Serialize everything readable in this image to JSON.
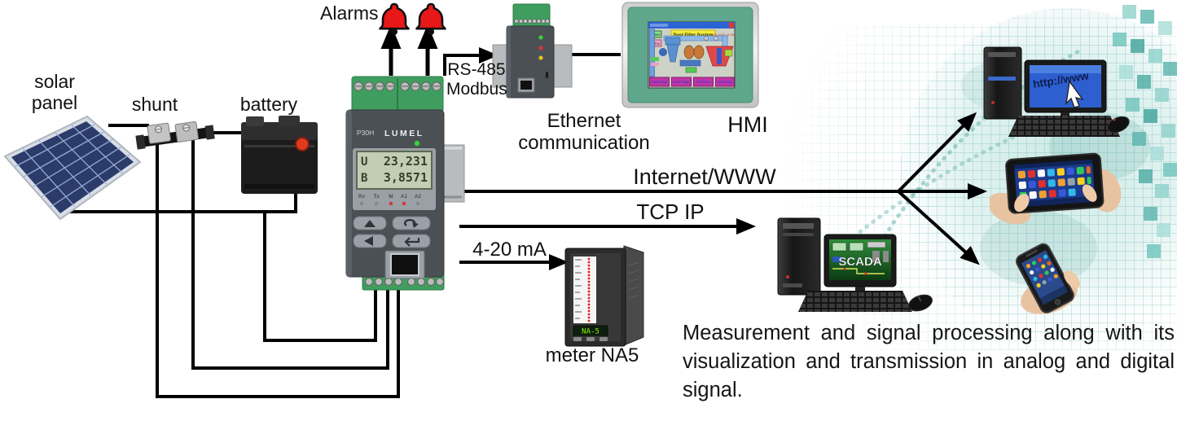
{
  "labels": {
    "solar_panel_line1": "solar",
    "solar_panel_line2": "panel",
    "shunt": "shunt",
    "battery": "battery",
    "alarms": "Alarms",
    "rs485_line1": "RS-485",
    "rs485_line2": "Modbus",
    "ethernet_line1": "Ethernet",
    "ethernet_line2": "communication",
    "hmi": "HMI",
    "internet_www": "Internet/WWW",
    "tcp_ip": "TCP IP",
    "current_loop": "4-20 mA",
    "meter_na5": "meter NA5"
  },
  "p30h_device": {
    "model": "P30H",
    "brand": "LUMEL",
    "lcd_prefix1": "U",
    "lcd_value1": "23,231",
    "lcd_prefix2": "B",
    "lcd_value2": "3,8571",
    "status_leds": [
      "Rx",
      "Tx",
      "M",
      "A1",
      "A2"
    ]
  },
  "hmi_screen": {
    "title": "Dust Filter System",
    "datetime": "4-30-2010 14:38",
    "start_button": "Start",
    "stop_button": "Stop",
    "nav_buttons": [
      "First Page",
      "Next Page",
      "Previous",
      "Last Page"
    ]
  },
  "scada_pc": {
    "screen_text": "SCADA"
  },
  "web_pc": {
    "screen_text": "http://www"
  },
  "meter": {
    "display": "NA-5"
  },
  "caption": "Measurement and signal processing along with its visualization and transmission in analog and digital signal.",
  "colors": {
    "wire": "#000000",
    "bell_red": "#e81818",
    "device_body": "#4b5055",
    "terminal_green": "#3f9e5f",
    "lcd_bg": "#c2cdb4",
    "hmi_bezel_green": "#5fa78c",
    "scada_screen_green": "#1e6b27",
    "web_screen_blue": "#2e5fd0",
    "globe_teal": "#7fc9c2",
    "magenta_button": "#c034a4"
  }
}
